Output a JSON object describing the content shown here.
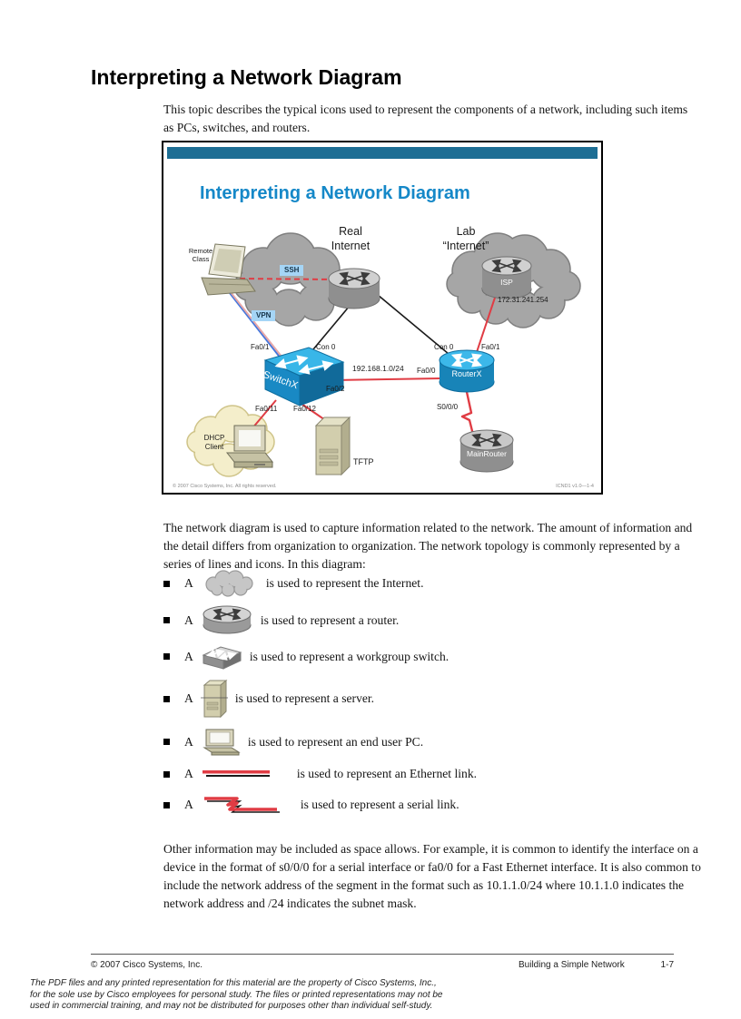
{
  "page": {
    "heading": "Interpreting a Network Diagram",
    "intro": "This topic describes the typical icons used to represent the components of a network, including such items as PCs, switches, and routers.",
    "body": "The network diagram is used to capture information related to the network. The amount of information and the detail differs from organization to organization. The network topology is commonly represented by a series of lines and icons. In this diagram:",
    "closing": "Other information may be included as space allows. For example, it is common to identify the interface on a device in the format of s0/0/0 for a serial interface or fa0/0 for a Fast Ethernet interface. It is also common to include the network address of the segment in the format such as 10.1.1.0/24 where 10.1.1.0 indicates the network address and /24 indicates the subnet mask."
  },
  "slide": {
    "title": "Interpreting a Network Diagram",
    "footer_left": "© 2007 Cisco Systems, Inc. All rights reserved.",
    "footer_right": "ICND1 v1.0—1-4",
    "labels": {
      "real_internet": "Real\nInternet",
      "lab_internet": "Lab\n“Internet”",
      "remote_class": "Remote\nClass",
      "ssh": "SSH",
      "vpn": "VPN",
      "isp": "ISP",
      "isp_ip": "172.31.241.254",
      "switch_name": "SwitchX",
      "router_name": "RouterX",
      "main_router_name": "MainRouter",
      "subnet": "192.168.1.0/24",
      "sw_fa01": "Fa0/1",
      "sw_con0": "Con 0",
      "sw_fa02": "Fa0/2",
      "sw_fa011": "Fa0/11",
      "sw_fa012": "Fa0/12",
      "rt_con0": "Con 0",
      "rt_fa01": "Fa0/1",
      "rt_fa00": "Fa0/0",
      "rt_s000": "S0/0/0",
      "dhcp_client": "DHCP\nClient",
      "tftp": "TFTP"
    }
  },
  "bullets": {
    "prefix": "A",
    "items": [
      {
        "icon": "cloud-icon",
        "label": "is used to represent the Internet."
      },
      {
        "icon": "router-icon",
        "label": "is used to represent a router."
      },
      {
        "icon": "switch-icon",
        "label": "is used to represent a workgroup switch."
      },
      {
        "icon": "server-icon",
        "label": "is used to represent a server."
      },
      {
        "icon": "pc-icon",
        "label": "is used to represent an end user PC."
      },
      {
        "icon": "ethernet-link-icon",
        "label": "is used to represent an Ethernet link."
      },
      {
        "icon": "serial-link-icon",
        "label": "is used to represent a serial link."
      }
    ]
  },
  "footer": {
    "copyright": "© 2007 Cisco Systems, Inc.",
    "section": "Building a Simple Network",
    "page_number": "1-7",
    "disclaimer": [
      "The PDF files and any printed representation for this material are the property of Cisco Systems, Inc.,",
      "for the sole use by Cisco employees for personal study. The files or printed representations may not be",
      "used in commercial training, and may not be distributed for purposes other than individual self-study."
    ]
  },
  "colors": {
    "slide_bar": "#1d6e94",
    "slide_title_blue": "#1588c8",
    "device_cyan": "#35b4e8",
    "link_red": "#e03c44",
    "vpn_blue": "#4477dd",
    "cloud_gray": "#a6a6a6",
    "badge_blue": "#a5d5f6"
  }
}
